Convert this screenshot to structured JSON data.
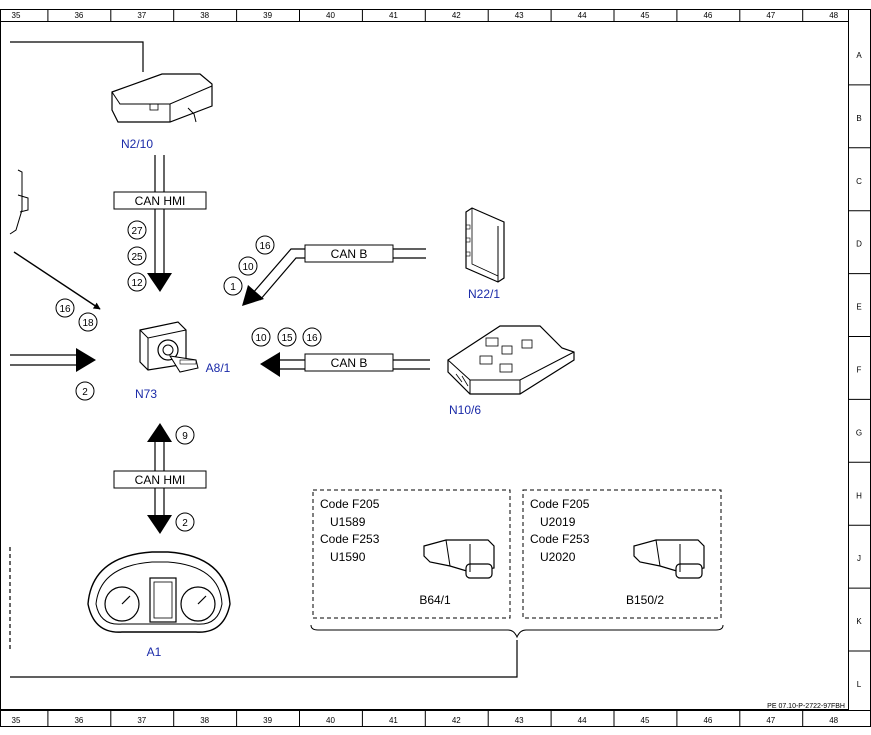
{
  "grid": {
    "columns": [
      "35",
      "36",
      "37",
      "38",
      "39",
      "40",
      "41",
      "42",
      "43",
      "44",
      "45",
      "46",
      "47",
      "48"
    ],
    "rows": [
      "A",
      "B",
      "C",
      "D",
      "E",
      "F",
      "G",
      "H",
      "J",
      "K",
      "L"
    ]
  },
  "components": {
    "n2_10": "N2/10",
    "n22_1": "N22/1",
    "n10_6": "N10/6",
    "a8_1": "A8/1",
    "n73": "N73",
    "a1": "A1",
    "b64_1": "B64/1",
    "b150_2": "B150/2"
  },
  "buses": {
    "can_hmi_top": "CAN HMI",
    "can_b_upper": "CAN B",
    "can_b_lower": "CAN B",
    "can_hmi_bottom": "CAN HMI"
  },
  "circles": {
    "hmi_top": [
      "27",
      "25",
      "12"
    ],
    "canb_upper": [
      "16",
      "10",
      "1"
    ],
    "left_diag": [
      "16",
      "18"
    ],
    "left_arrow": [
      "2"
    ],
    "canb_lower": [
      "10",
      "15",
      "16"
    ],
    "hmi_bottom_up": [
      "9"
    ],
    "hmi_bottom_down": [
      "2"
    ]
  },
  "codes": {
    "box1": {
      "line1": "Code F205",
      "line2": "U1589",
      "line3": "Code F253",
      "line4": "U1590"
    },
    "box2": {
      "line1": "Code F205",
      "line2": "U2019",
      "line3": "Code F253",
      "line4": "U2020"
    }
  },
  "reference": "PE 07.10-P-2722-97FBH"
}
